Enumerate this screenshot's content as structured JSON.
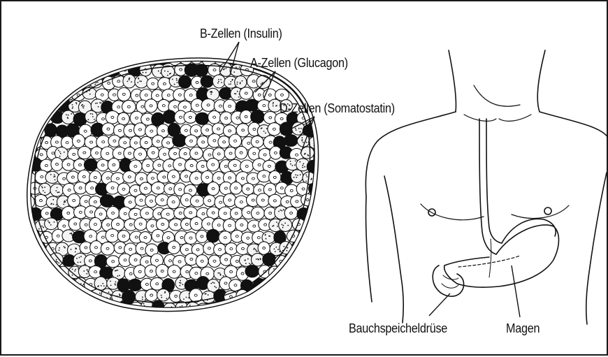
{
  "labels": {
    "b_cells": "B-Zellen (Insulin)",
    "a_cells": "A-Zellen (Glucagon)",
    "d_cells": "D-Zellen (Somatostatin)",
    "pancreas": "Bauchspeicheldrüse",
    "stomach": "Magen"
  },
  "colors": {
    "ink": "#111111",
    "b_cell_fill": "#ffffff",
    "a_cell_fill": "#111111",
    "d_cell_fill": "#f4f4f4",
    "background": "#ffffff"
  }
}
